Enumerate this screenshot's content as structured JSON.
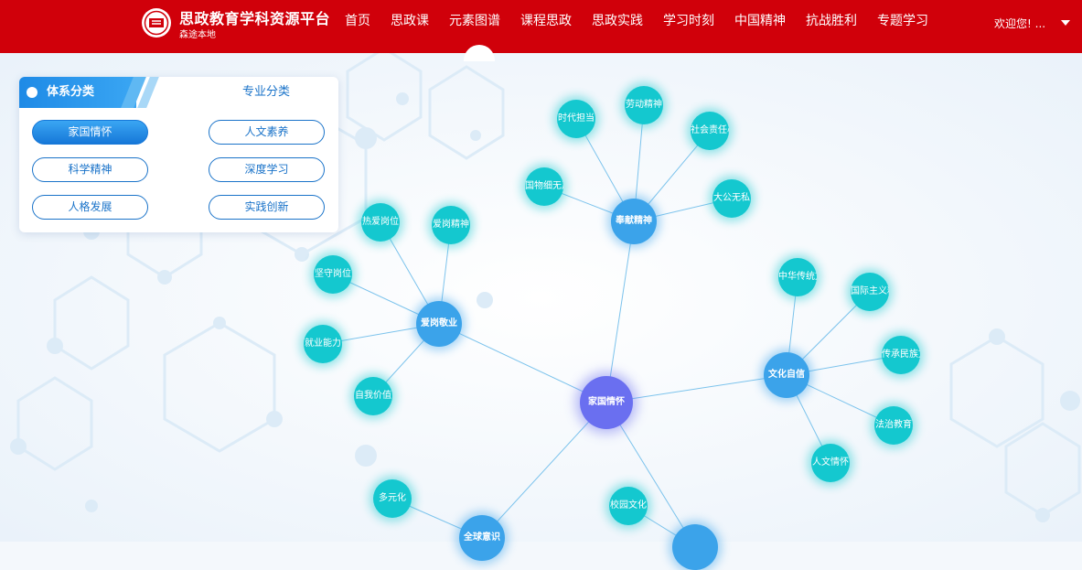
{
  "header": {
    "brand_title": "思政教育学科资源平台",
    "brand_subtitle": "森途本地",
    "nav": [
      "首页",
      "思政课",
      "元素图谱",
      "课程思政",
      "思政实践",
      "学习时刻",
      "中国精神",
      "抗战胜利",
      "专题学习"
    ],
    "active_nav": "元素图谱",
    "welcome": "欢迎您! ...",
    "colors": {
      "bar": "#d0000a",
      "text": "#ffffff"
    }
  },
  "panel": {
    "tab_active": "体系分类",
    "tab_inactive": "专业分类",
    "categories": [
      "家国情怀",
      "人文素养",
      "科学精神",
      "深度学习",
      "人格发展",
      "实践创新"
    ],
    "active_category": "家国情怀",
    "colors": {
      "accent": "#1a73c9"
    }
  },
  "graph": {
    "root": "家国情怀",
    "hubs": [
      "奉献精神",
      "爱岗敬业",
      "文化自信",
      "全球意识",
      ""
    ],
    "leaves": {
      "h0": [
        "时代担当",
        "劳动精神",
        "社会责任心",
        "国物细无声",
        "大公无私"
      ],
      "h1": [
        "热爱岗位",
        "爱岗精神",
        "坚守岗位",
        "就业能力",
        "自我价值"
      ],
      "h2": [
        "中华传统文化",
        "国际主义精神",
        "传承民族文化",
        "法治教育",
        "人文情怀"
      ],
      "h3": [
        "多元化"
      ],
      "h4": [
        "校园文化"
      ]
    },
    "colors": {
      "root": "#6a6ff0",
      "hub": "#3ba3ea",
      "leaf": "#14c8cf",
      "edge": "#7cc3ec"
    }
  }
}
